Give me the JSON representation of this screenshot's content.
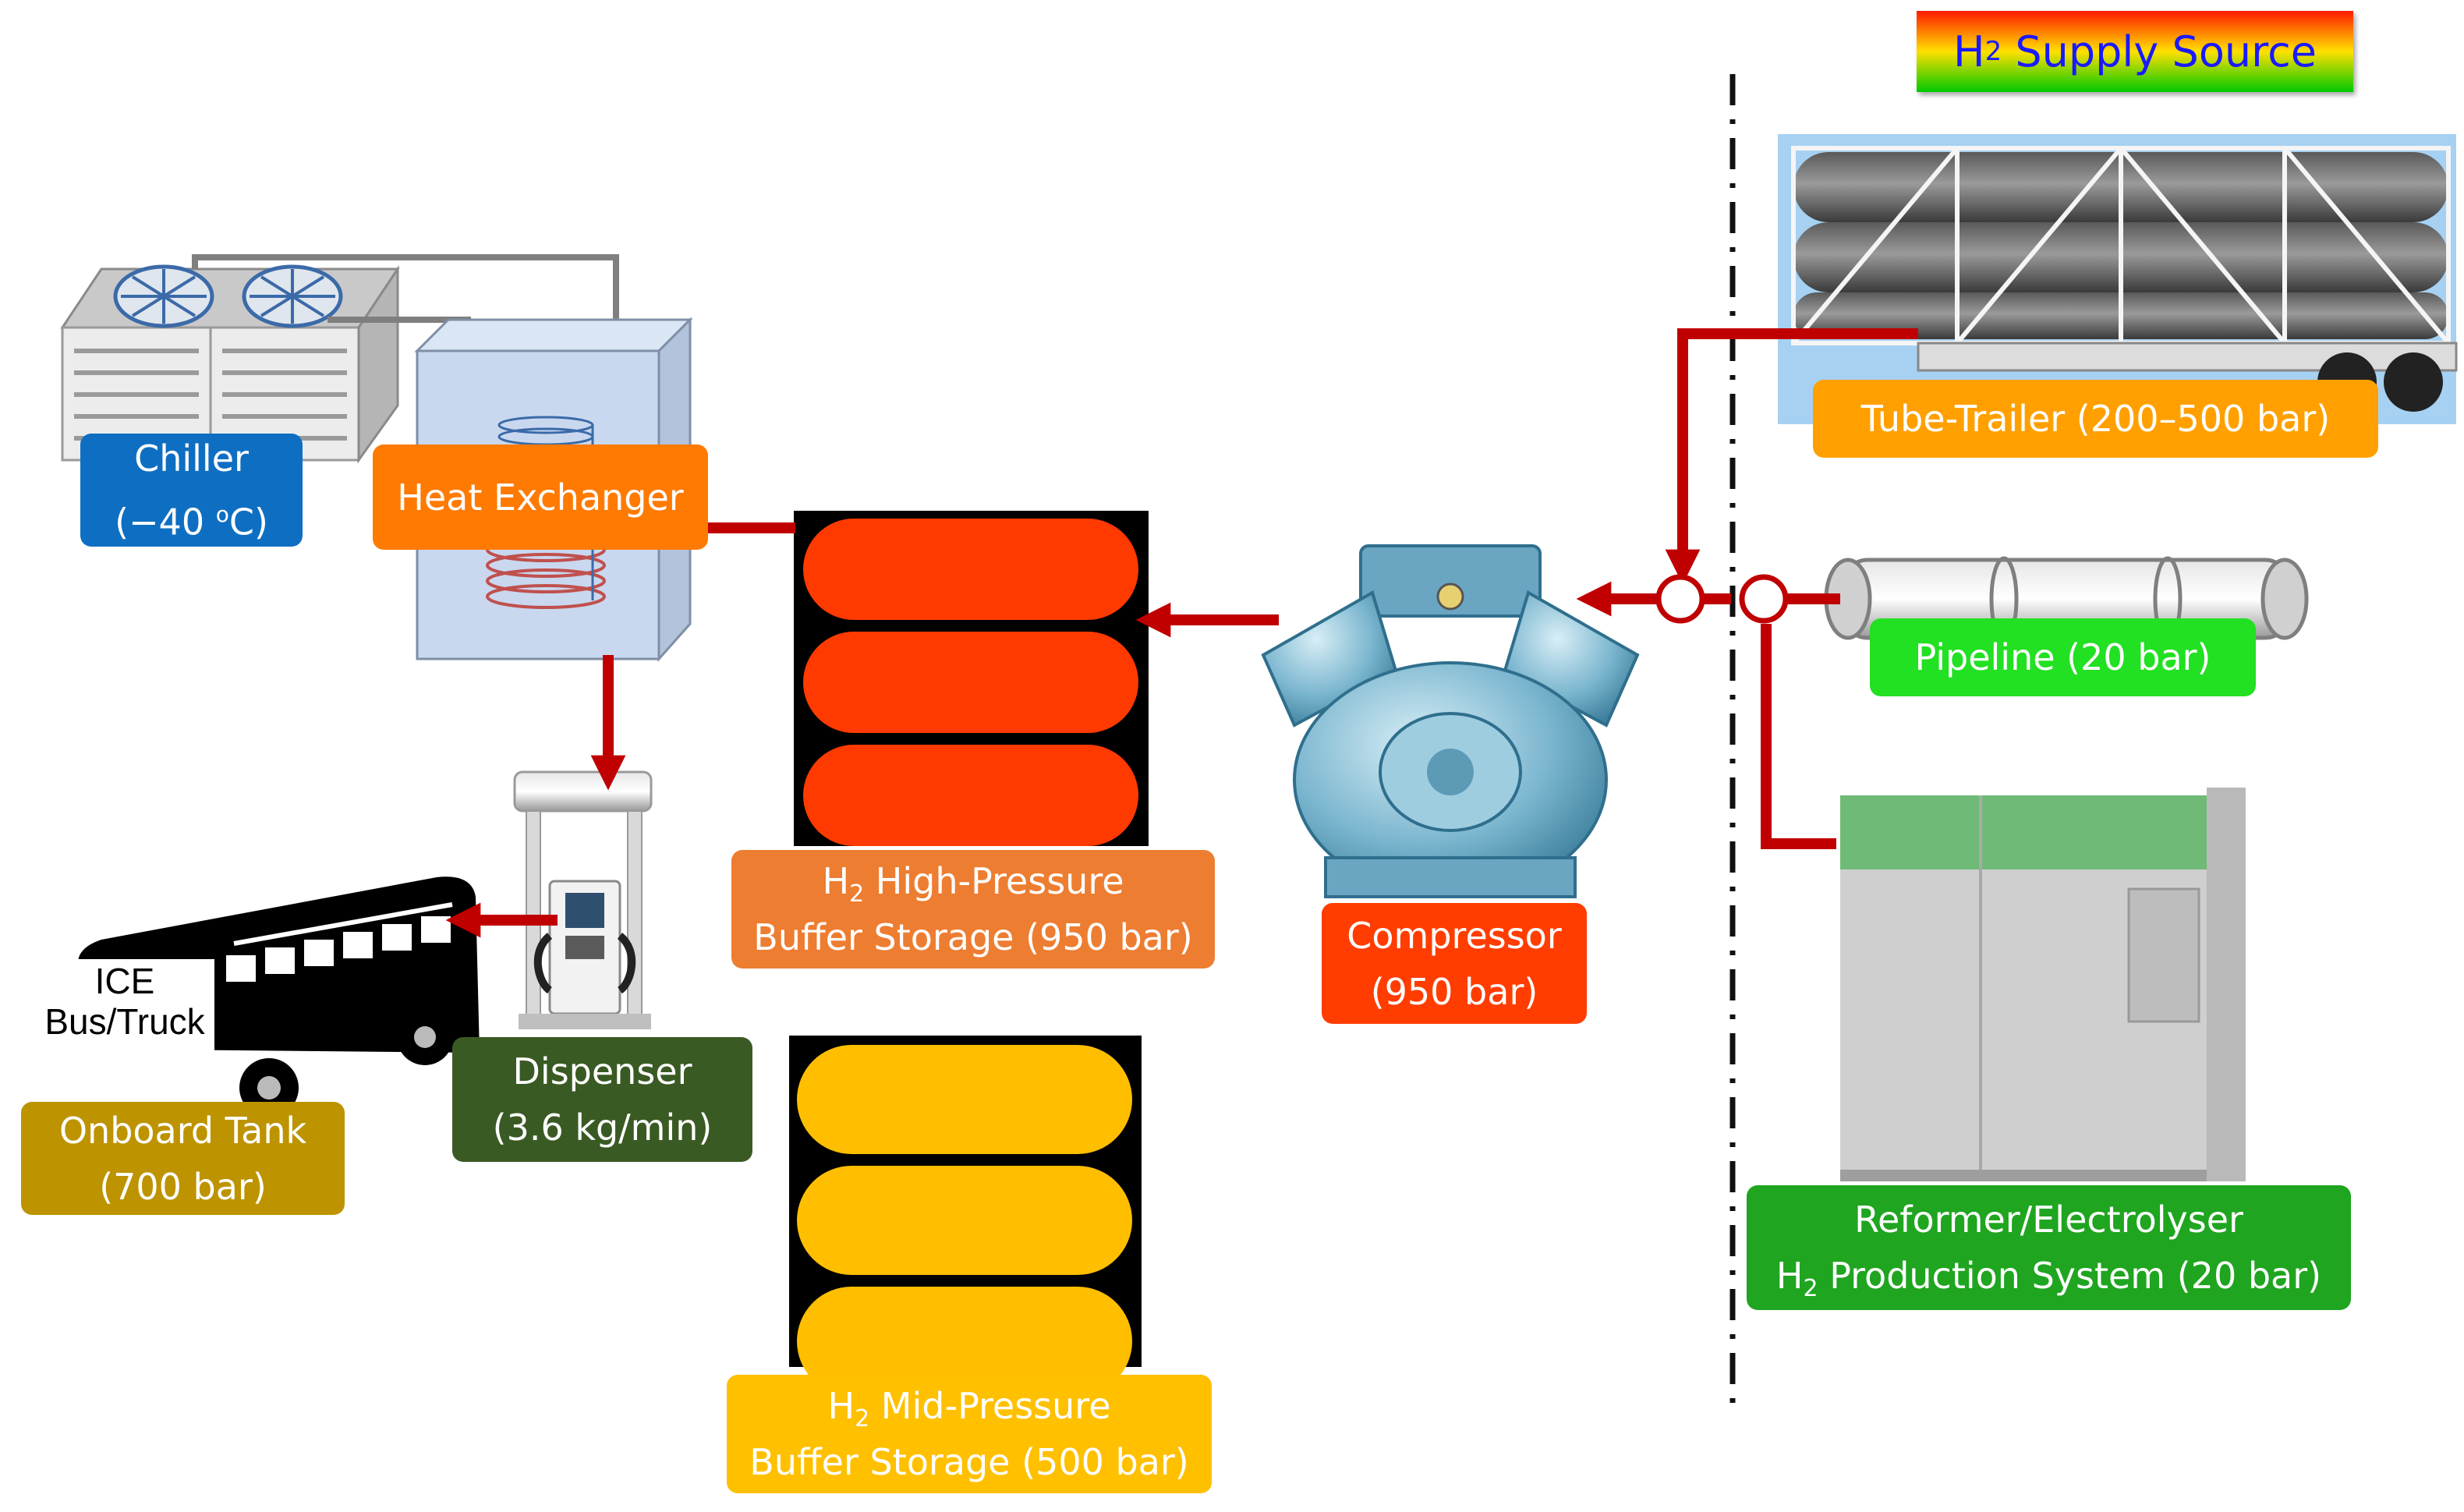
{
  "header": {
    "supply_source": {
      "prefix": "H",
      "sub": "2",
      "suffix": " Supply Source"
    }
  },
  "components": {
    "chiller": {
      "line1": "Chiller",
      "line2_pre": "(−40 ",
      "line2_sup": "o",
      "line2_post": "C)"
    },
    "heat_exchanger": {
      "label": "Heat Exchanger"
    },
    "dispenser": {
      "line1": "Dispenser",
      "line2": "(3.6 kg/min)"
    },
    "onboard_tank": {
      "line1": "Onboard Tank",
      "line2": "(700 bar)"
    },
    "vehicle": {
      "line1": "ICE",
      "line2": "Bus/Truck"
    },
    "high_pressure_storage": {
      "h": "H",
      "sub": "2",
      "line1": " High-Pressure",
      "line2": "Buffer Storage (950 bar)"
    },
    "mid_pressure_storage": {
      "h": "H",
      "sub": "2",
      "line1": " Mid-Pressure",
      "line2": "Buffer Storage (500 bar)"
    },
    "compressor": {
      "line1": "Compressor",
      "line2": "(950 bar)"
    },
    "tube_trailer": {
      "label": "Tube-Trailer (200–500 bar)"
    },
    "pipeline": {
      "label": "Pipeline (20 bar)"
    },
    "production_system": {
      "line1": "Reformer/Electrolyser",
      "h": "H",
      "sub": "2",
      "line2": " Production System (20 bar)"
    }
  },
  "colors": {
    "flow_arrow": "#c00000",
    "chiller_label": "#0e6fc2",
    "heat_exchanger_label": "#ff7a00",
    "dispenser_label": "#3a5a24",
    "onboard_tank_label": "#bd9300",
    "high_pressure_label": "#ed7d31",
    "high_pressure_tank": "#ff3a00",
    "mid_pressure_label": "#ffc000",
    "mid_pressure_tank": "#ffbf00",
    "compressor_label": "#ff3d00",
    "tube_trailer_label": "#ffa000",
    "pipeline_label": "#22e022",
    "production_label": "#1fa51f"
  },
  "icons": [
    "chiller-icon",
    "heat-exchanger-icon",
    "fuel-dispenser-icon",
    "bus-icon",
    "gas-tank-icon",
    "compressor-icon",
    "tube-trailer-icon",
    "pipeline-icon",
    "electrolyser-icon",
    "valve-icon"
  ]
}
